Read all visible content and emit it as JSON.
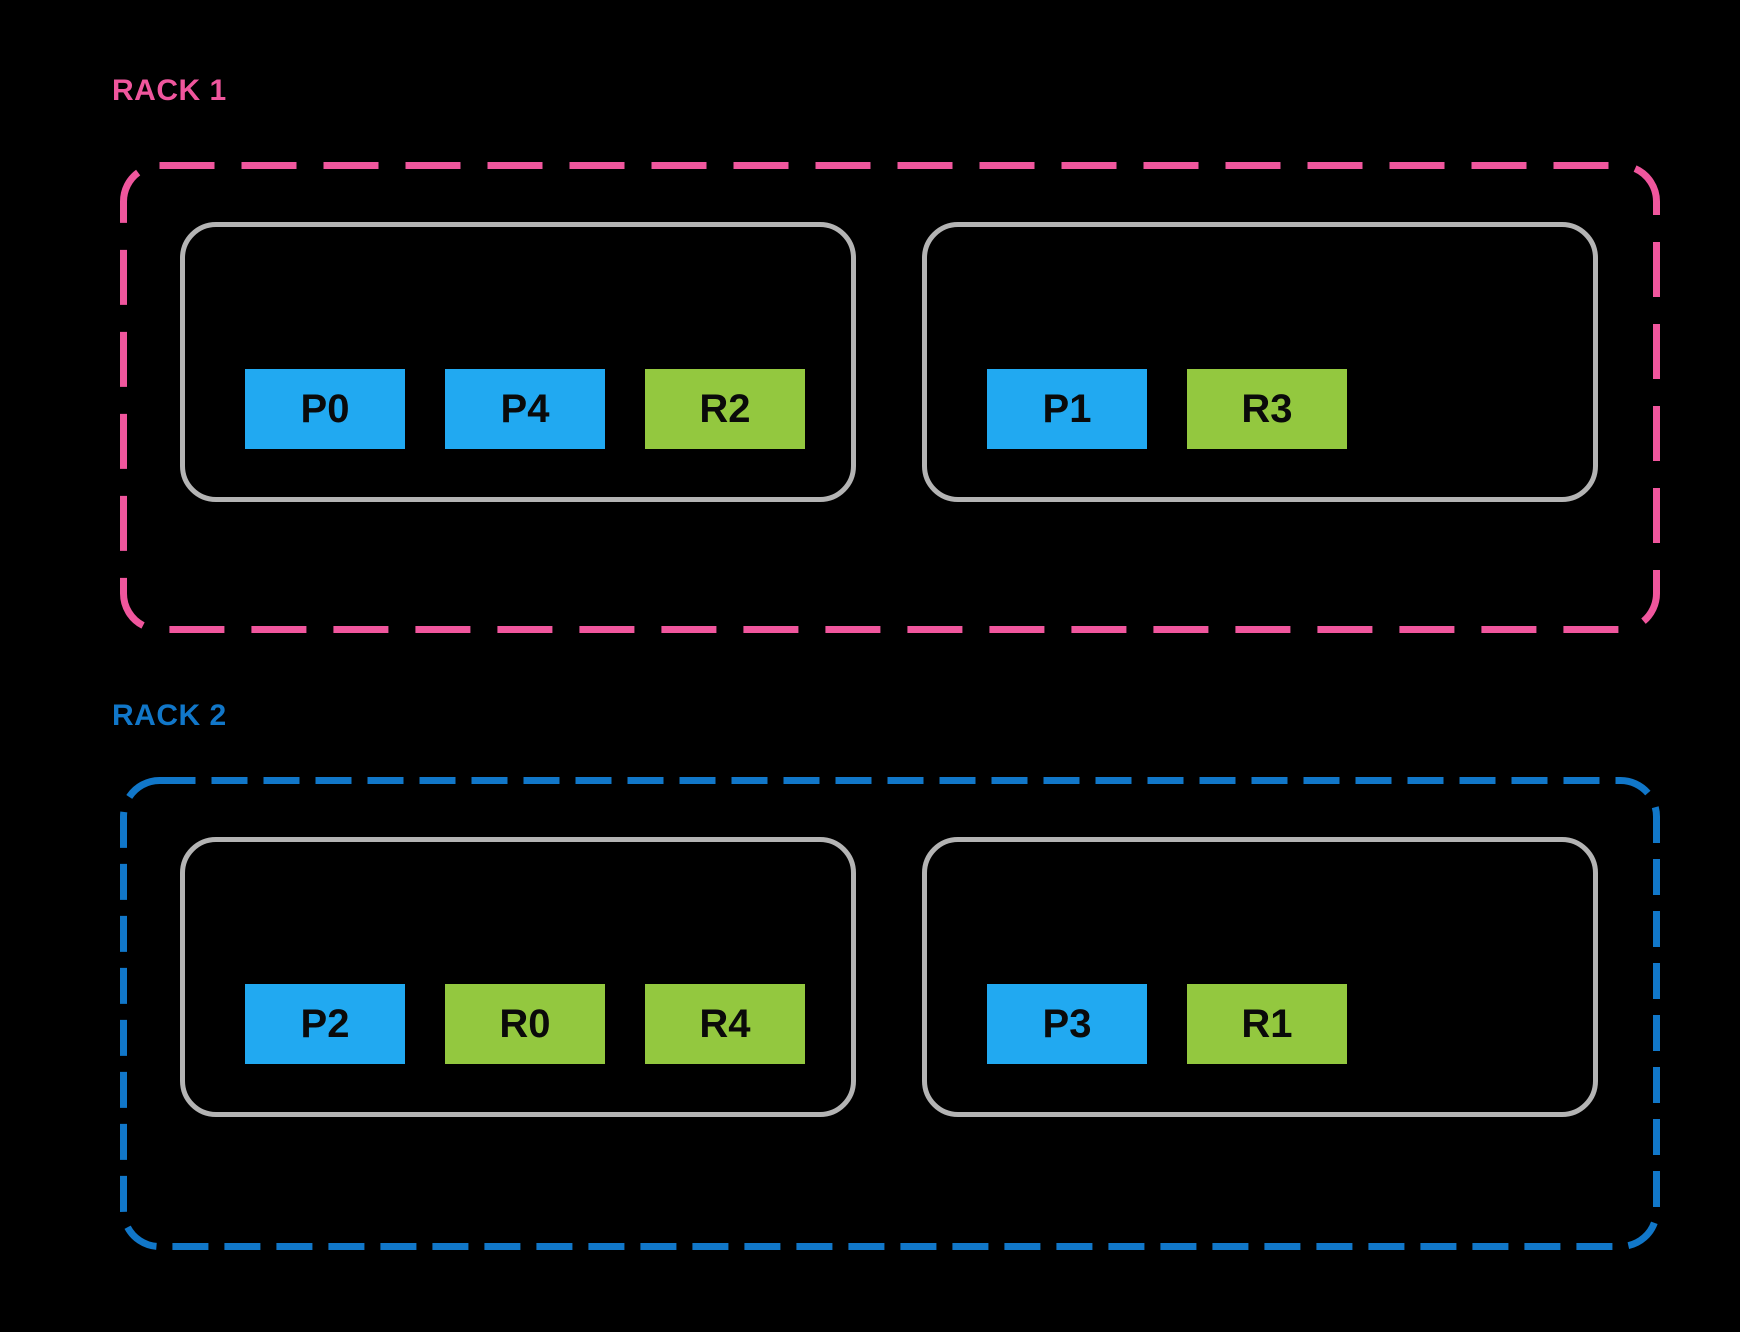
{
  "racks": [
    {
      "label": "RACK 1",
      "accent_color": "#F0569D",
      "hosts": [
        {
          "nodes": [
            {
              "label": "P0",
              "role": "primary"
            },
            {
              "label": "P4",
              "role": "primary"
            },
            {
              "label": "R2",
              "role": "replica"
            }
          ]
        },
        {
          "nodes": [
            {
              "label": "P1",
              "role": "primary"
            },
            {
              "label": "R3",
              "role": "replica"
            }
          ]
        }
      ]
    },
    {
      "label": "RACK 2",
      "accent_color": "#1177C9",
      "hosts": [
        {
          "nodes": [
            {
              "label": "P2",
              "role": "primary"
            },
            {
              "label": "R0",
              "role": "replica"
            },
            {
              "label": "R4",
              "role": "replica"
            }
          ]
        },
        {
          "nodes": [
            {
              "label": "P3",
              "role": "primary"
            },
            {
              "label": "R1",
              "role": "replica"
            }
          ]
        }
      ]
    }
  ],
  "colors": {
    "background": "#000000",
    "primary_node": "#21A9F1",
    "replica_node": "#93C83F",
    "host_border": "#B4B4B4",
    "node_text": "#0A0A0A",
    "rack1_accent": "#F0569D",
    "rack2_accent": "#1177C9"
  }
}
